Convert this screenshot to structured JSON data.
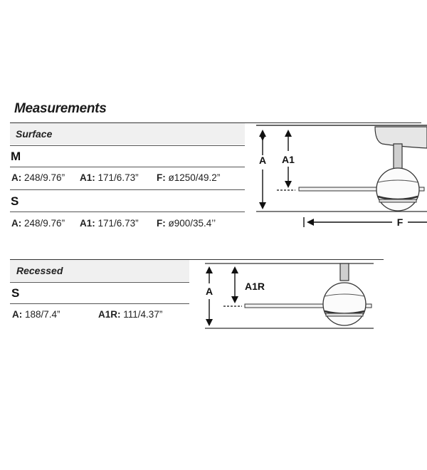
{
  "title": "Measurements",
  "surface": {
    "label": "Surface",
    "m": {
      "label": "M",
      "a_key": "A:",
      "a_val": "248/9.76”",
      "a1_key": "A1:",
      "a1_val": "171/6.73”",
      "f_key": "F:",
      "f_val": "ø1250/49.2”"
    },
    "s": {
      "label": "S",
      "a_key": "A:",
      "a_val": "248/9.76”",
      "a1_key": "A1:",
      "a1_val": "171/6.73”",
      "f_key": "F:",
      "f_val": "ø900/35.4’’"
    }
  },
  "recessed": {
    "label": "Recessed",
    "s": {
      "label": "S",
      "a_key": "A:",
      "a_val": "188/7.4”",
      "a1r_key": "A1R:",
      "a1r_val": "111/4.37”"
    }
  },
  "diagram_surface": {
    "label_a": "A",
    "label_a1": "A1",
    "label_f": "F"
  },
  "diagram_recessed": {
    "label_a": "A",
    "label_a1r": "A1R"
  }
}
